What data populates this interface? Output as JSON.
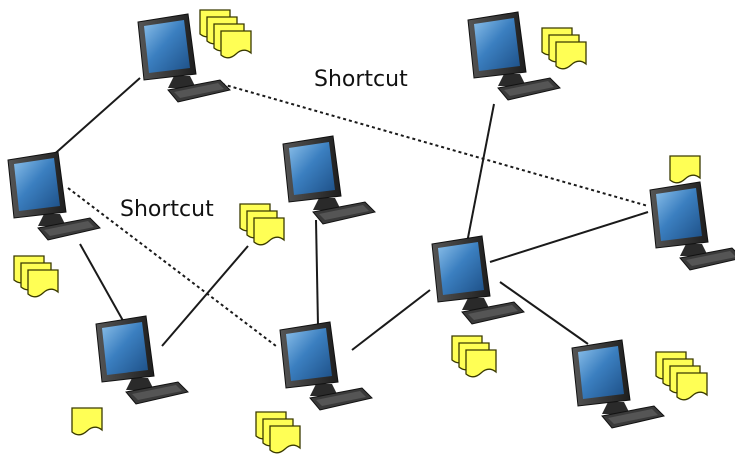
{
  "labels": {
    "shortcut_top": "Shortcut",
    "shortcut_left": "Shortcut"
  },
  "colors": {
    "link": "#1a1a1a",
    "monitor_frame": "#2b2b2b",
    "screen": "#2f6fb0",
    "screen_highlight": "#7fb3e0",
    "keyboard": "#3a3a3a",
    "file_fill": "#ffff55",
    "file_stroke": "#3a3a00"
  },
  "network": {
    "computers": [
      {
        "id": "pc-top-center",
        "files": 4
      },
      {
        "id": "pc-top-right",
        "files": 3
      },
      {
        "id": "pc-left",
        "files": 3
      },
      {
        "id": "pc-center",
        "files": 3
      },
      {
        "id": "pc-right",
        "files": 1
      },
      {
        "id": "pc-hub",
        "files": 3
      },
      {
        "id": "pc-bottom-left",
        "files": 1
      },
      {
        "id": "pc-bottom-center",
        "files": 3
      },
      {
        "id": "pc-bottom-right",
        "files": 4
      }
    ],
    "links": [
      {
        "from": "pc-top-center",
        "to": "pc-left",
        "type": "solid"
      },
      {
        "from": "pc-top-center",
        "to": "pc-right",
        "type": "shortcut"
      },
      {
        "from": "pc-left",
        "to": "pc-bottom-left",
        "type": "solid"
      },
      {
        "from": "pc-left",
        "to": "pc-bottom-center",
        "type": "shortcut"
      },
      {
        "from": "pc-center",
        "to": "pc-bottom-left",
        "type": "solid"
      },
      {
        "from": "pc-center",
        "to": "pc-bottom-center",
        "type": "solid"
      },
      {
        "from": "pc-bottom-center",
        "to": "pc-hub",
        "type": "solid"
      },
      {
        "from": "pc-top-right",
        "to": "pc-hub",
        "type": "solid"
      },
      {
        "from": "pc-hub",
        "to": "pc-right",
        "type": "solid"
      },
      {
        "from": "pc-hub",
        "to": "pc-bottom-right",
        "type": "solid"
      }
    ]
  }
}
